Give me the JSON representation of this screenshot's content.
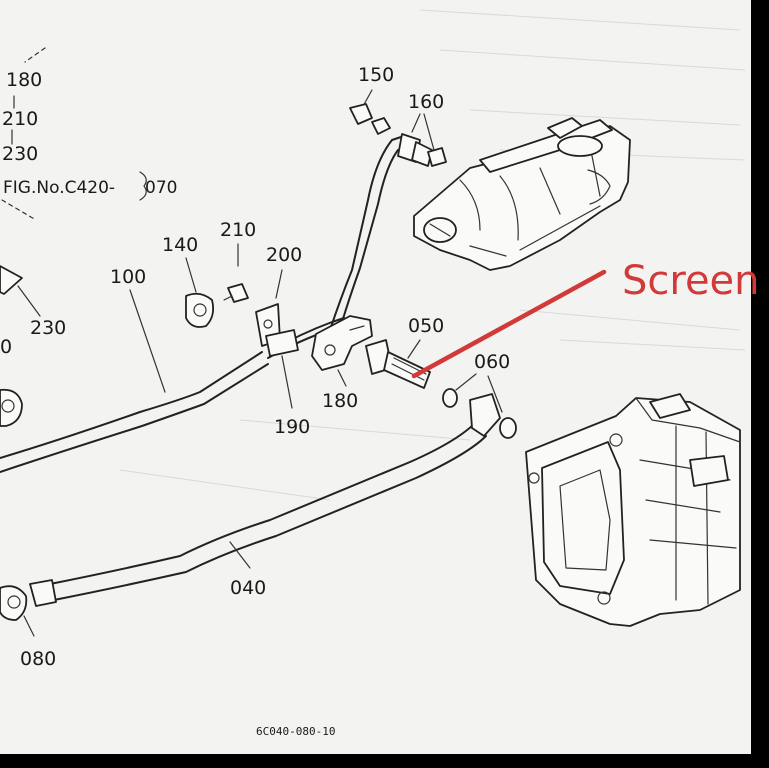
{
  "diagram": {
    "drawing_code": "6C040-080-10",
    "annotation": "Screen",
    "annotation_color": "#d23a3a",
    "ref_note": {
      "refs": [
        "180",
        "210",
        "230"
      ],
      "fig_label": "FIG.No.C420-",
      "fig_ref": "070"
    },
    "callouts": {
      "c150": "150",
      "c160": "160",
      "c140": "140",
      "c210": "210",
      "c200": "200",
      "c100": "100",
      "c230": "230",
      "c050": "050",
      "c060": "060",
      "c180": "180",
      "c190": "190",
      "c040": "040",
      "c080": "080",
      "c0": "0"
    }
  }
}
